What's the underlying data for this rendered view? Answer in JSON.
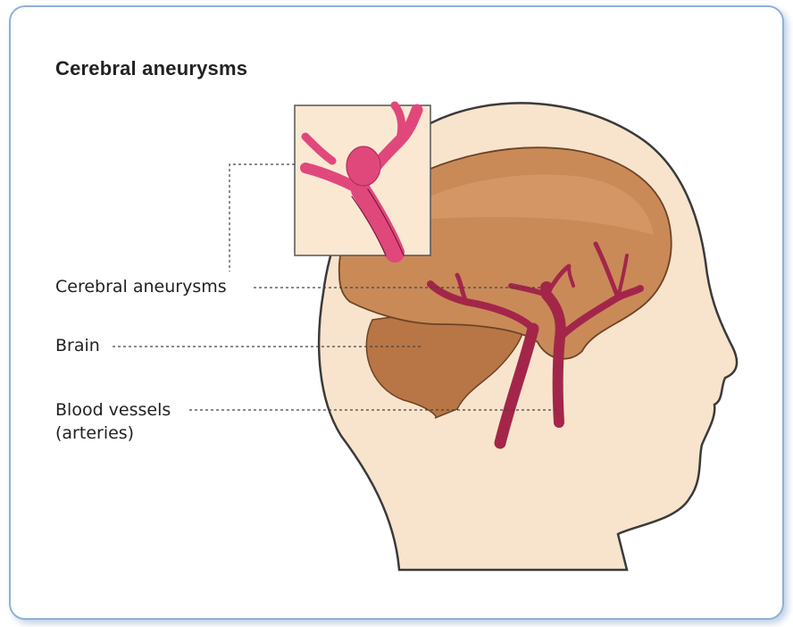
{
  "title": "Cerebral aneurysms",
  "labels": {
    "aneurysm": "Cerebral aneurysms",
    "brain": "Brain",
    "vessels_line1": "Blood vessels",
    "vessels_line2": "(arteries)"
  },
  "colors": {
    "skin": "#f8e4cc",
    "brain": "#c98a58",
    "brain_shadow": "#a86a3e",
    "artery": "#a3264a",
    "inset_vessel": "#e0487c",
    "frame": "#8fb0d8"
  }
}
